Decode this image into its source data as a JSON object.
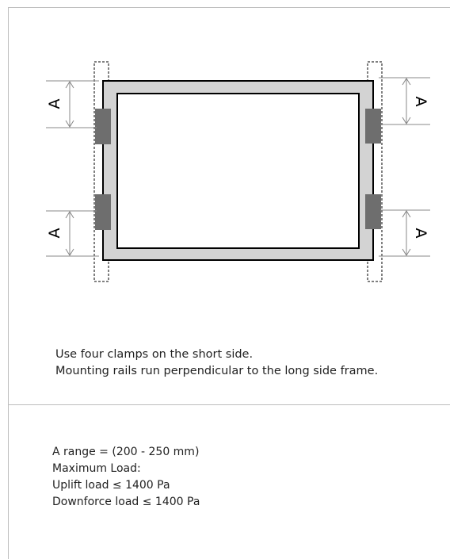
{
  "diagram": {
    "dimension_label": "A",
    "colors": {
      "line": "#000000",
      "frame_fill": "#d3d3d3",
      "clamp_fill": "#6e6e6e",
      "dim_line": "#888888",
      "divider": "#bdbdbd"
    }
  },
  "notes": {
    "line1": "Use four clamps on the short side.",
    "line2": "Mounting rails run perpendicular to the long side frame."
  },
  "specs": {
    "range": "A range = (200 - 250 mm)",
    "max_load": "Maximum Load:",
    "uplift": "Uplift load ≤ 1400 Pa",
    "downforce": "Downforce load ≤ 1400 Pa"
  }
}
